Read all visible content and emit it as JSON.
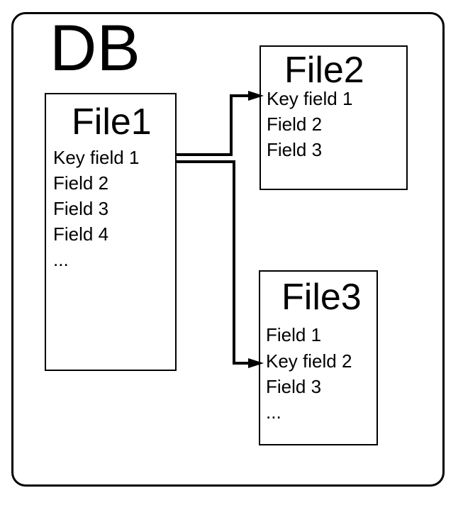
{
  "db": {
    "title": "DB"
  },
  "files": [
    {
      "title": "File1",
      "fields": [
        "Key field 1",
        "Field 2",
        "Field 3",
        "Field 4",
        "..."
      ]
    },
    {
      "title": "File2",
      "fields": [
        "Key field 1",
        "Field 2",
        "Field 3"
      ]
    },
    {
      "title": "File3",
      "fields": [
        "Field 1",
        "Key field 2",
        "Field 3",
        "..."
      ]
    }
  ],
  "links": [
    {
      "from": "File1",
      "to": "File2",
      "target_field": "Key field 1"
    },
    {
      "from": "File1",
      "to": "File3",
      "target_field": "Key field 2"
    }
  ]
}
